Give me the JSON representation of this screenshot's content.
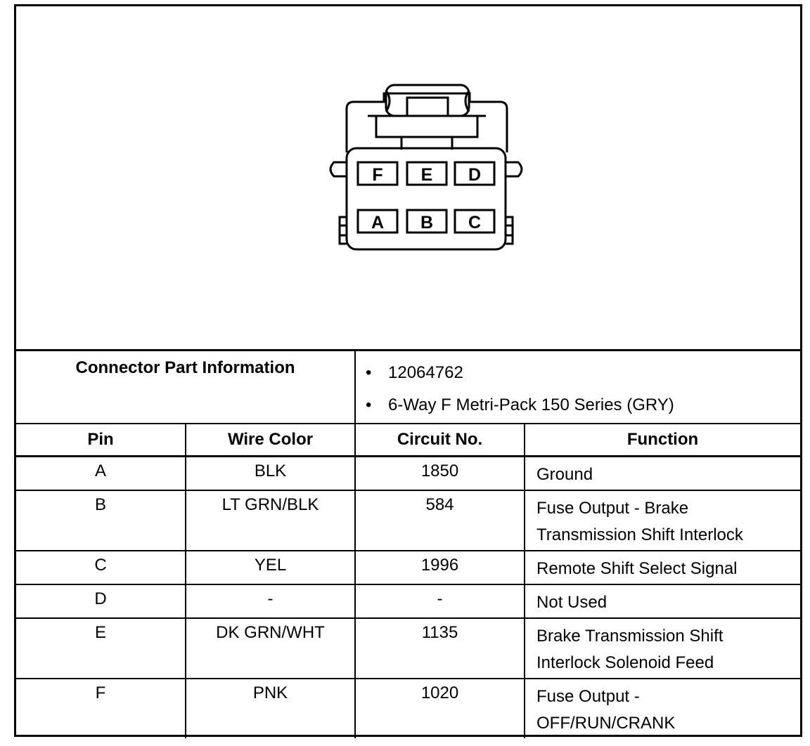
{
  "connector": {
    "pins_top_row": [
      "F",
      "E",
      "D"
    ],
    "pins_bottom_row": [
      "A",
      "B",
      "C"
    ]
  },
  "info": {
    "label": "Connector Part Information",
    "items": [
      "12064762",
      "6-Way F Metri-Pack 150 Series (GRY)"
    ],
    "bullet": "•"
  },
  "table": {
    "headers": {
      "pin": "Pin",
      "wire_color": "Wire Color",
      "circuit": "Circuit No.",
      "function": "Function"
    },
    "rows": [
      {
        "pin": "A",
        "wire_color": "BLK",
        "circuit": "1850",
        "function_lines": [
          "Ground"
        ]
      },
      {
        "pin": "B",
        "wire_color": "LT GRN/BLK",
        "circuit": "584",
        "function_lines": [
          "Fuse Output - Brake",
          "Transmission Shift Interlock"
        ]
      },
      {
        "pin": "C",
        "wire_color": "YEL",
        "circuit": "1996",
        "function_lines": [
          "Remote Shift Select Signal"
        ]
      },
      {
        "pin": "D",
        "wire_color": "-",
        "circuit": "-",
        "function_lines": [
          "Not Used"
        ]
      },
      {
        "pin": "E",
        "wire_color": "DK GRN/WHT",
        "circuit": "1135",
        "function_lines": [
          "Brake Transmission Shift",
          "Interlock Solenoid Feed"
        ]
      },
      {
        "pin": "F",
        "wire_color": "PNK",
        "circuit": "1020",
        "function_lines": [
          "Fuse Output -",
          "OFF/RUN/CRANK"
        ]
      }
    ]
  }
}
